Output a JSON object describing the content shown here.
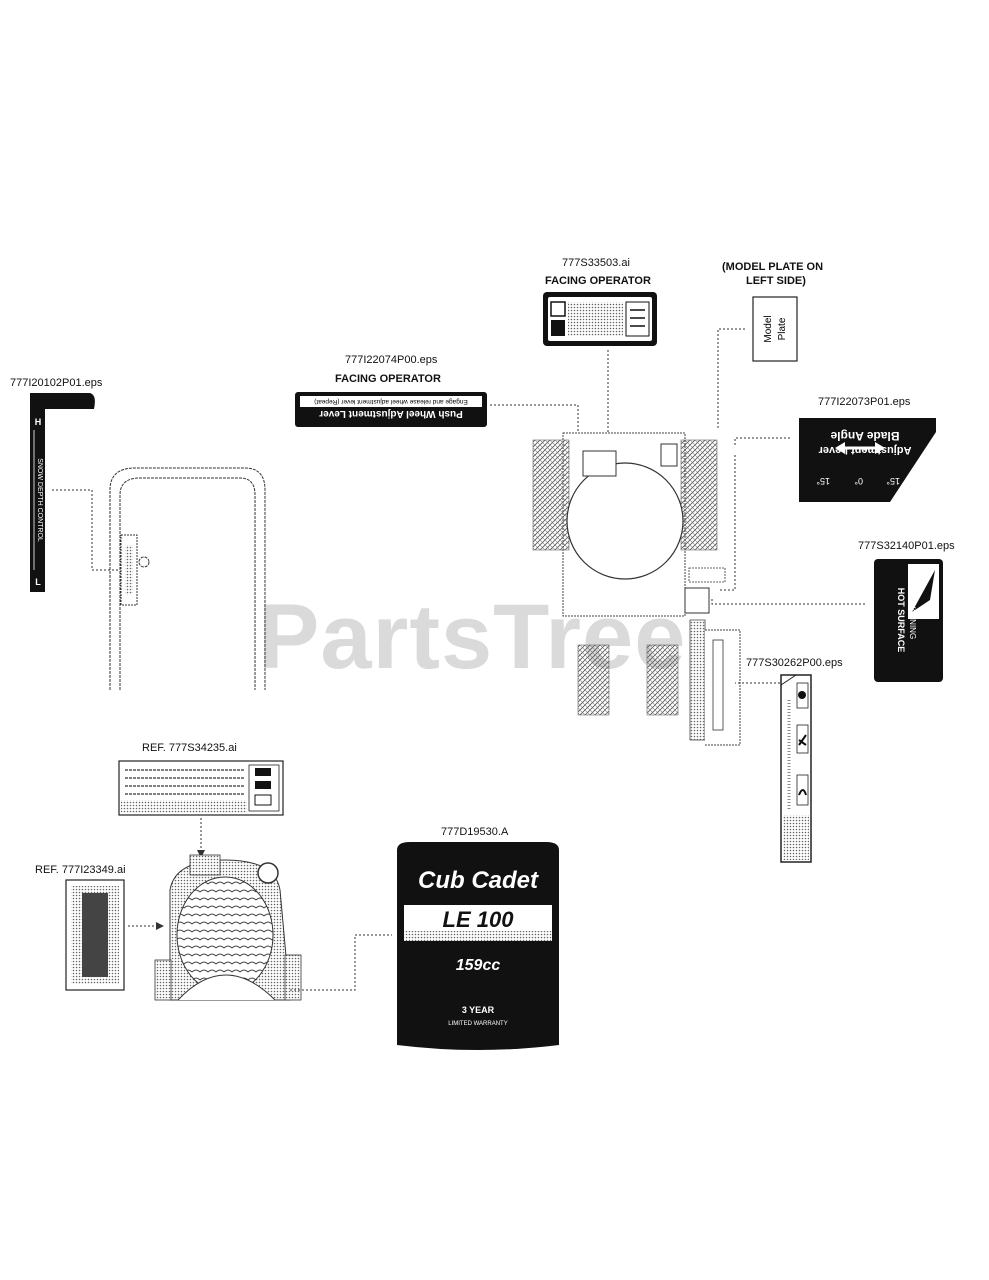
{
  "labels": {
    "part_777S33503": "777S33503.ai",
    "facing_operator_top": "FACING OPERATOR",
    "model_plate_note_1": "(MODEL PLATE ON",
    "model_plate_note_2": "LEFT SIDE)",
    "part_777I22074P00": "777I22074P00.eps",
    "facing_operator_left": "FACING OPERATOR",
    "part_777I20102P01": "777I20102P01.eps",
    "part_777I22073P01": "777I22073P01.eps",
    "part_777S32140P01": "777S32140P01.eps",
    "part_777S30262P00": "777S30262P00.eps",
    "part_777S34235": "REF.  777S34235.ai",
    "part_777D19530": "777D19530.A",
    "part_777I23349": "REF.  777I23349.ai"
  },
  "decals": {
    "model_plate_1": "Model",
    "model_plate_2": "Plate",
    "push_wheel": "Push Wheel Adjustment Lever",
    "push_wheel_sub": "Engage and release wheel adjustment lever (Repeat)",
    "blade_angle_1": "Blade Angle",
    "blade_angle_2": "Adjustment Lever",
    "angle_15_left": "15°",
    "angle_0": "0°",
    "angle_15_right": "15°",
    "hot_surface_1": "HOT SURFACE",
    "hot_surface_2": "WARNING",
    "depth_control": "SNOW DEPTH CONTROL",
    "depth_h": "H",
    "depth_l": "L",
    "brand": "Cub Cadet",
    "model": "LE 100",
    "engine_size": "159cc",
    "warranty_1": "3 YEAR",
    "warranty_2": "LIMITED WARRANTY"
  },
  "watermark": "PartsTree"
}
